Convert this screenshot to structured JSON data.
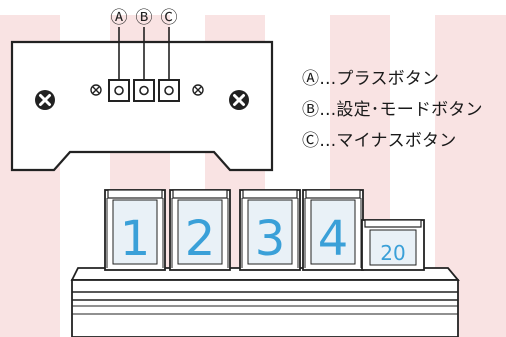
{
  "colors": {
    "stripe": "#f9e3e3",
    "outline": "#222222",
    "digit": "#3aa0d8",
    "tube_glass": "#e9f1f7"
  },
  "button_labels": {
    "plus": "Ⓐ",
    "mode": "Ⓑ",
    "minus": "Ⓒ"
  },
  "legend": [
    "Ⓐ…プラスボタン",
    "Ⓑ…設定･モードボタン",
    "Ⓒ…マイナスボタン"
  ],
  "display": {
    "digits": [
      "1",
      "2",
      "3",
      "4"
    ],
    "small_digits": "20"
  },
  "icons": {
    "large_screw": "screw-cross-icon",
    "small_screw": "screw-x-icon"
  }
}
